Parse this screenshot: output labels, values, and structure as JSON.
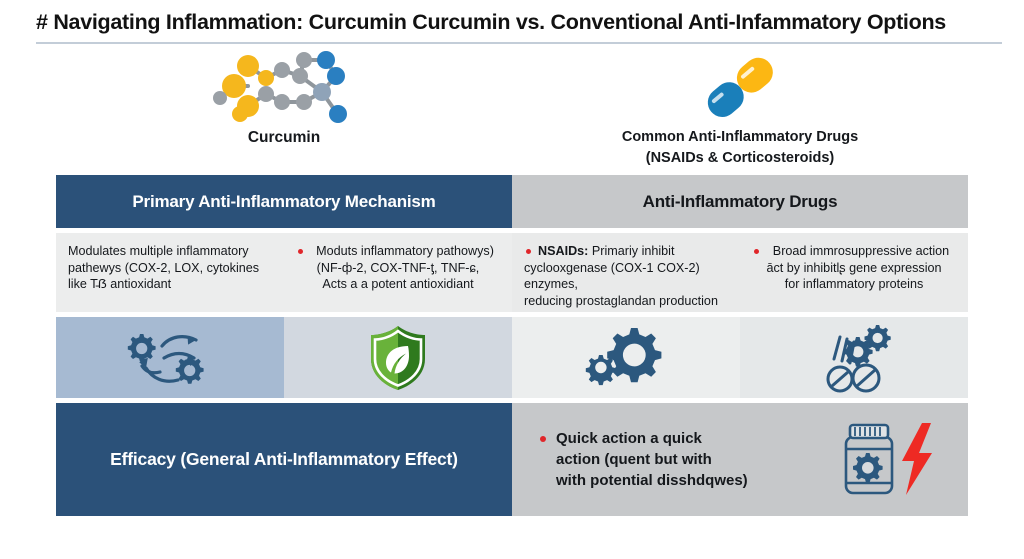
{
  "title": "# Navigating Inflammation: Curcumin Curcumin vs. Conventional Anti-Infammatory Options",
  "top": {
    "left": {
      "icon": "curcumin-molecule-icon",
      "caption": "Curcumin"
    },
    "right": {
      "icon": "capsule-pill-icon",
      "caption_line1": "Common Anti-Inflammatory Drugs",
      "caption_line2": "(NSAIDs & Corticosteroids)"
    }
  },
  "table": {
    "headers": {
      "left": "Primary Anti-Inflammatory Mechanism",
      "right": "Anti-Inflammatory Drugs"
    },
    "text_row": {
      "q1": {
        "line1": "Modulates multiple inflammatory",
        "line2": "pathewys (COX-2, LOX, cytokines",
        "line3": "like T̵ẞ antioxidant"
      },
      "q2": {
        "line1": "Moduts inflammatory pathowys)",
        "line2": "(NF-ф-2, COX-TNF-ƫ, TNF-ɕ,",
        "line3": "Acts a a potent antioxidiant"
      },
      "q3": {
        "lead": "NSAIDs:",
        "line1": " Primariy inhibit",
        "line2": "cyclooxgenase (COX-1 COX-2) enzymes,",
        "line3": "reducing prostaglandan production"
      },
      "q4": {
        "line1": "Broad immrosuppressive action",
        "line2": "āct by inhibitlʂ gene expression",
        "line3": "for inflammatory proteins"
      }
    },
    "icon_row": {
      "q1_icon": "gears-cycle-arrows-icon",
      "q2_icon": "shield-leaf-icon",
      "q3_icon": "gear-icon",
      "q4_icon": "pills-blocked-gears-icon"
    },
    "efficacy_row": {
      "left_label": "Efficacy (General Anti-Inflammatory Effect)",
      "right": {
        "line1": "Quick action a quick",
        "line2": "action (quent but with",
        "line3": "with potential disshdqwes)",
        "icon": "pill-bottle-lightning-icon"
      }
    }
  },
  "colors": {
    "dark_blue": "#2b5179",
    "light_gray": "#c6c8ca",
    "bullet_red": "#e0262a",
    "icon_blue": "#2b5179",
    "shield_green": "#4b9b36",
    "lightning_red": "#ee2a24",
    "molecule_yellow": "#f5b71d",
    "molecule_blue": "#2a7fc1",
    "molecule_gray": "#9aa0a6",
    "capsule_yellow": "#fcb713",
    "capsule_blue": "#1a7fba"
  }
}
